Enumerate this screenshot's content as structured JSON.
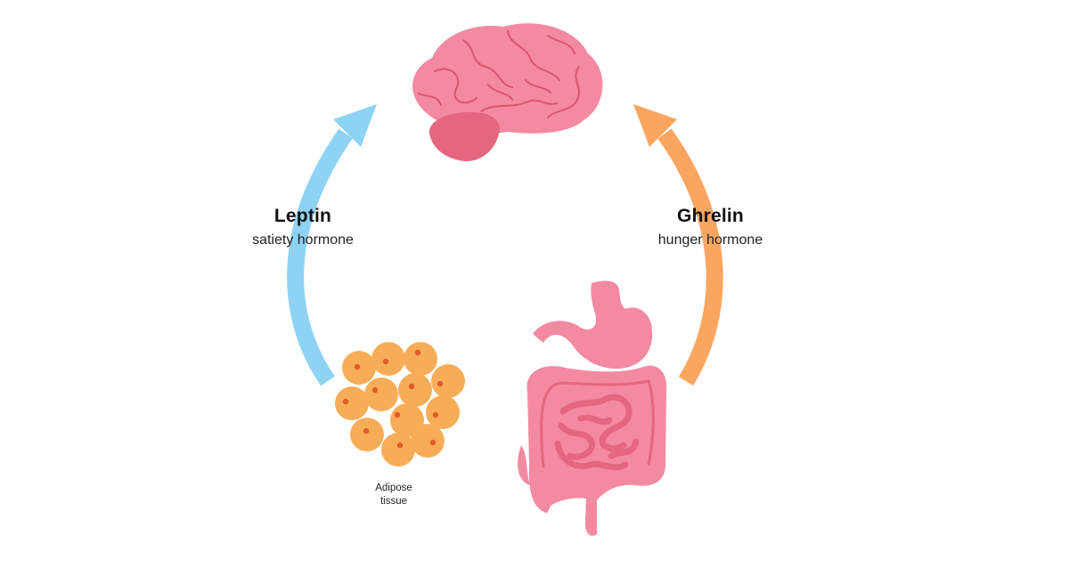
{
  "leptin": {
    "title": "Leptin",
    "subtitle": "satiety hormone"
  },
  "ghrelin": {
    "title": "Ghrelin",
    "subtitle": "hunger hormone"
  },
  "adipose": {
    "line1": "Adipose",
    "line2": "tissue"
  },
  "colors": {
    "leptin_arrow": "#8fd3f4",
    "ghrelin_arrow": "#fba660",
    "organ_pink": "#f38aa1",
    "organ_dark": "#e5667f",
    "fat_cell": "#f7ad58",
    "fat_nucleus": "#e25a26"
  },
  "icons": [
    "brain-icon",
    "stomach-icon",
    "intestines-icon",
    "fat-cells-icon"
  ]
}
